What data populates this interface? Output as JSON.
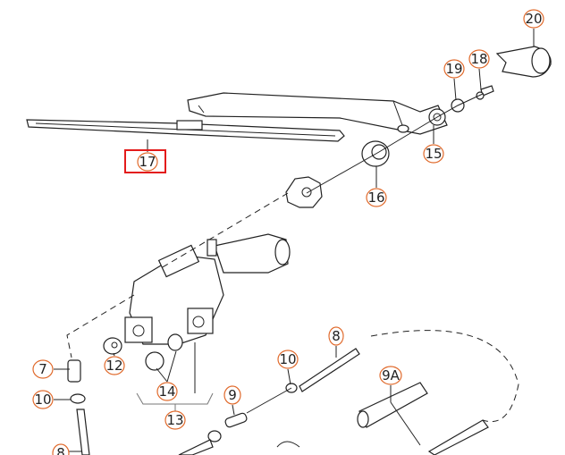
{
  "diagram": {
    "highlight_color": "#e31b1b",
    "callout_color": "#e06a2c",
    "highlighted_callout": "17",
    "callouts": [
      {
        "id": "c20",
        "label": "20"
      },
      {
        "id": "c19",
        "label": "19"
      },
      {
        "id": "c18",
        "label": "18"
      },
      {
        "id": "c15",
        "label": "15"
      },
      {
        "id": "c16",
        "label": "16"
      },
      {
        "id": "c17",
        "label": "17"
      },
      {
        "id": "c7",
        "label": "7"
      },
      {
        "id": "c10a",
        "label": "10"
      },
      {
        "id": "c12",
        "label": "12"
      },
      {
        "id": "c14",
        "label": "14"
      },
      {
        "id": "c13",
        "label": "13"
      },
      {
        "id": "c9",
        "label": "9"
      },
      {
        "id": "c10b",
        "label": "10"
      },
      {
        "id": "c8a",
        "label": "8"
      },
      {
        "id": "c9a",
        "label": "9A"
      },
      {
        "id": "c8b",
        "label": "8"
      }
    ]
  }
}
